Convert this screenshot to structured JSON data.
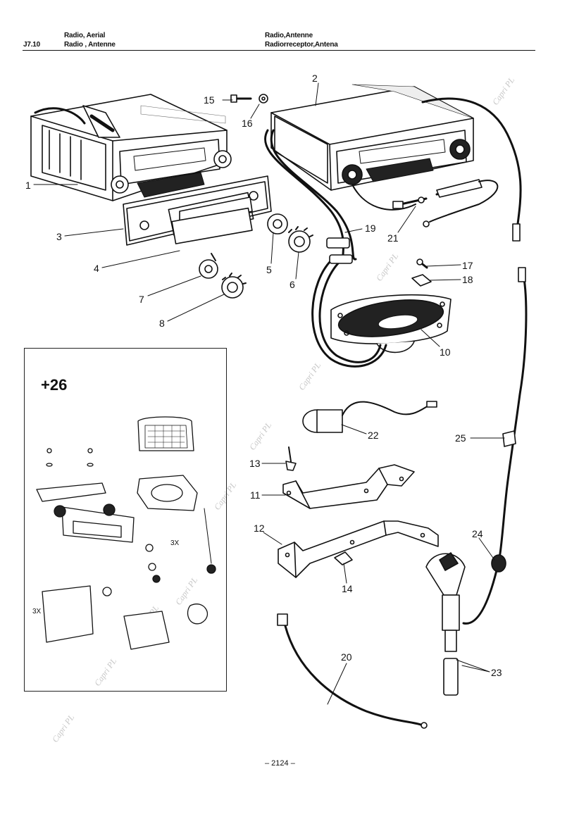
{
  "header": {
    "code": "J7.10",
    "title_en": "Radio, Aerial",
    "title_de": "Radio , Antenne",
    "title_fr": "Radio,Antenne",
    "title_es": "Radiorreceptor,Antena"
  },
  "inset": {
    "number": "+26",
    "qty_a": "3X",
    "qty_b": "3X"
  },
  "callouts": [
    "1",
    "2",
    "3",
    "4",
    "5",
    "6",
    "7",
    "8",
    "10",
    "11",
    "12",
    "13",
    "14",
    "15",
    "16",
    "17",
    "18",
    "19",
    "20",
    "21",
    "22",
    "23",
    "24",
    "25"
  ],
  "page_number": "– 2124 –",
  "watermark": "Capri PL",
  "colors": {
    "ink": "#111111",
    "paper": "#ffffff",
    "watermark": "#c8c8c8"
  }
}
